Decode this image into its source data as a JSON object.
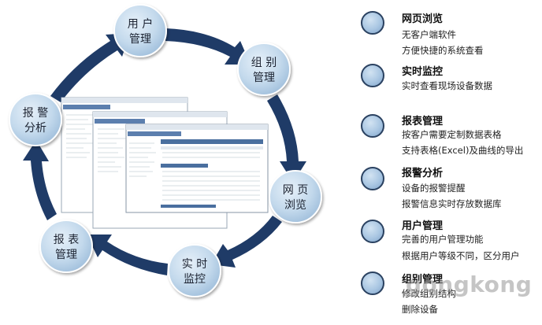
{
  "cycle_nodes": [
    {
      "id": "user",
      "line1": "用 户",
      "line2": "管理"
    },
    {
      "id": "group",
      "line1": "组 别",
      "line2": "管理"
    },
    {
      "id": "web",
      "line1": "网 页",
      "line2": "浏览"
    },
    {
      "id": "realtime",
      "line1": "实 时",
      "line2": "监控"
    },
    {
      "id": "report",
      "line1": "报 表",
      "line2": "管理"
    },
    {
      "id": "alarm",
      "line1": "报 警",
      "line2": "分析"
    }
  ],
  "features": [
    {
      "title": "网页浏览",
      "lines": [
        "无客户端软件",
        "方便快捷的系统查看"
      ]
    },
    {
      "title": "实时监控",
      "lines": [
        "实时查看现场设备数据"
      ]
    },
    {
      "title": "报表管理",
      "lines": [
        "按客户需要定制数据表格",
        "支持表格(Excel)及曲线的导出"
      ]
    },
    {
      "title": "报警分析",
      "lines": [
        "设备的报警提醒",
        "报警信息实时存放数据库"
      ]
    },
    {
      "title": "用户管理",
      "lines": [
        "完善的用户管理功能",
        "根据用户等级不同，区分用户"
      ]
    },
    {
      "title": "组别管理",
      "lines": [
        "修改组别结构",
        "删除设备"
      ]
    }
  ],
  "watermark": "gongkong",
  "colors": {
    "arrow": "#1f3b67",
    "node_fill": "#c6dcee",
    "node_edge": "#ffffff",
    "bullet_edge": "#2a4160"
  }
}
